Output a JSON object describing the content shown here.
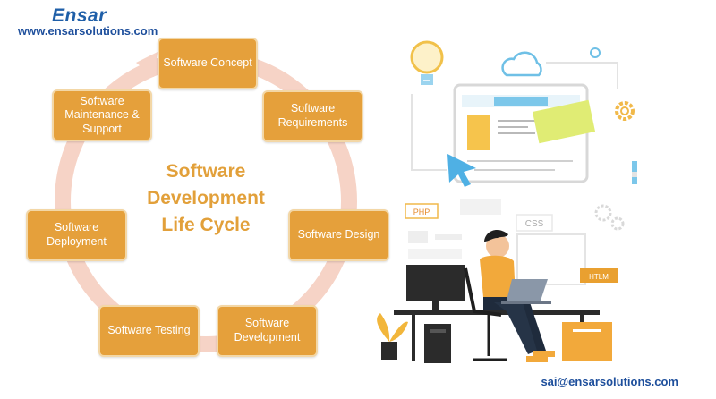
{
  "header": {
    "logo_text": "Ensar",
    "url": "www.ensarsolutions.com"
  },
  "cycle": {
    "title_lines": [
      "Software",
      "Development",
      "Life Cycle"
    ],
    "stages": [
      {
        "id": "concept",
        "label": "Software Concept"
      },
      {
        "id": "requirements",
        "label": "Software Requirements"
      },
      {
        "id": "design",
        "label": "Software Design"
      },
      {
        "id": "development",
        "label": "Software Development"
      },
      {
        "id": "testing",
        "label": "Software Testing"
      },
      {
        "id": "deployment",
        "label": "Software Deployment"
      },
      {
        "id": "maintenance",
        "label": "Software Maintenance & Support"
      }
    ]
  },
  "illustration": {
    "tags": [
      "PHP",
      "CSS",
      "HTLM"
    ]
  },
  "footer": {
    "email": "sai@ensarsolutions.com"
  },
  "colors": {
    "box": "#e5a03b",
    "ring": "#f6d3c6",
    "title": "#e2a03a",
    "link": "#1e4f9c"
  }
}
